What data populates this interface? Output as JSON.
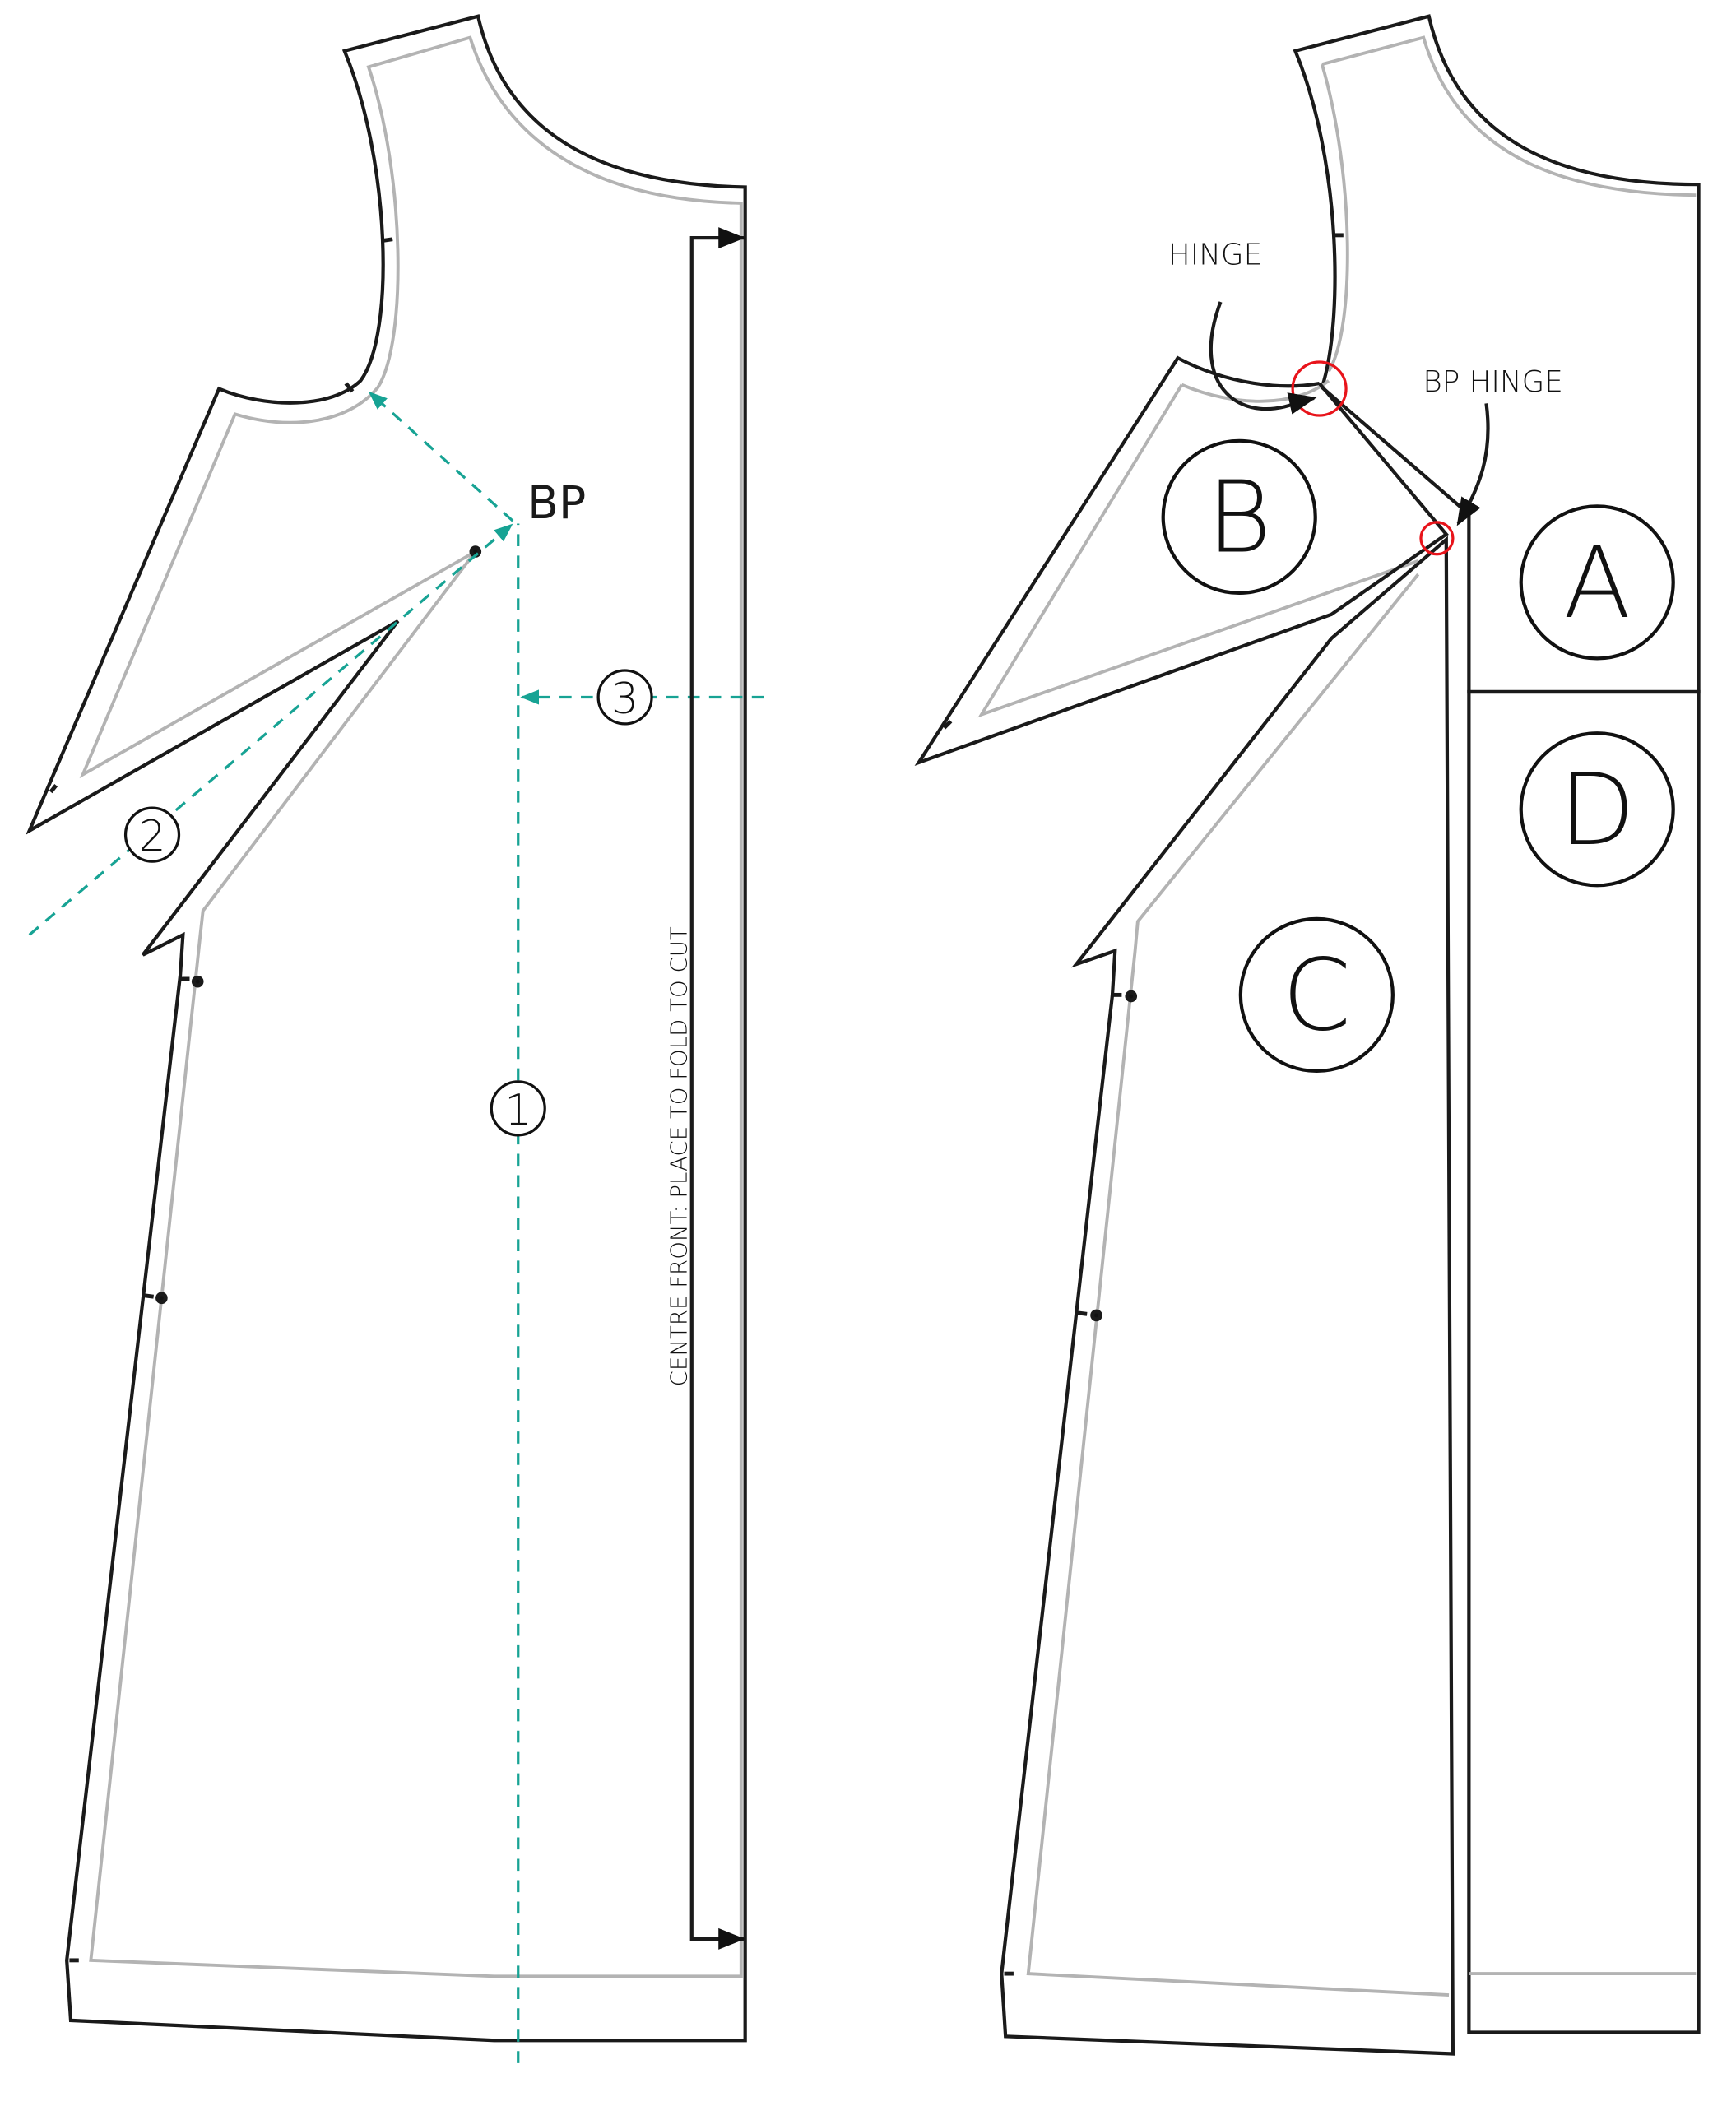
{
  "left_pattern": {
    "bp_label": "BP",
    "fold_text": "CENTRE FRONT: PLACE TO FOLD TO CUT",
    "step_markers": [
      "1",
      "2",
      "3"
    ]
  },
  "right_pattern": {
    "hinge_label": "HINGE",
    "bp_hinge_label": "BP HINGE",
    "pieces": [
      "A",
      "B",
      "C",
      "D"
    ]
  },
  "colors": {
    "outline": "#1a1a1a",
    "seam_allowance": "#b3b3b3",
    "guide": "#17a394",
    "hinge_marker": "#e8141b"
  }
}
